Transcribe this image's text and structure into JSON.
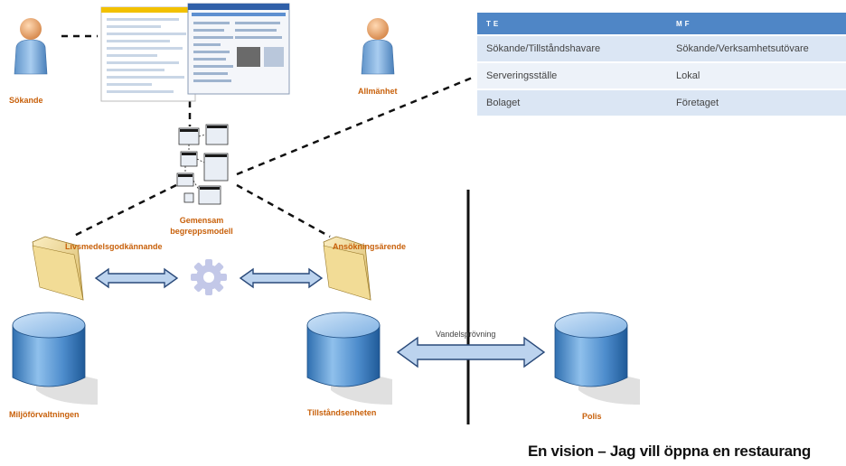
{
  "actors": {
    "sokande": "Sökande",
    "allmanhet": "Allmänhet"
  },
  "model": {
    "line1": "Gemensam",
    "line2": "begreppsmodell"
  },
  "folders": {
    "left": "Livsmedelsgodkännande",
    "right": "Ansökningsärende"
  },
  "databases": {
    "left": "Miljöförvaltningen",
    "middle": "Tillståndsenheten",
    "right": "Polis"
  },
  "arrow_label": "Vandelsprövning",
  "mapping_table": {
    "headers": [
      "TE",
      "MF"
    ],
    "rows": [
      [
        "Sökande/Tillståndshavare",
        "Sökande/Verksamhetsutövare"
      ],
      [
        "Serveringsställe",
        "Lokal"
      ],
      [
        "Bolaget",
        "Företaget"
      ]
    ]
  },
  "vision_title": "En vision – Jag vill öppna en restaurang",
  "colors": {
    "label": "#c8600a",
    "db_blue": "#5a9bd5",
    "arrow_fill": "#bcd3ee",
    "table_header": "#4f86c6"
  }
}
